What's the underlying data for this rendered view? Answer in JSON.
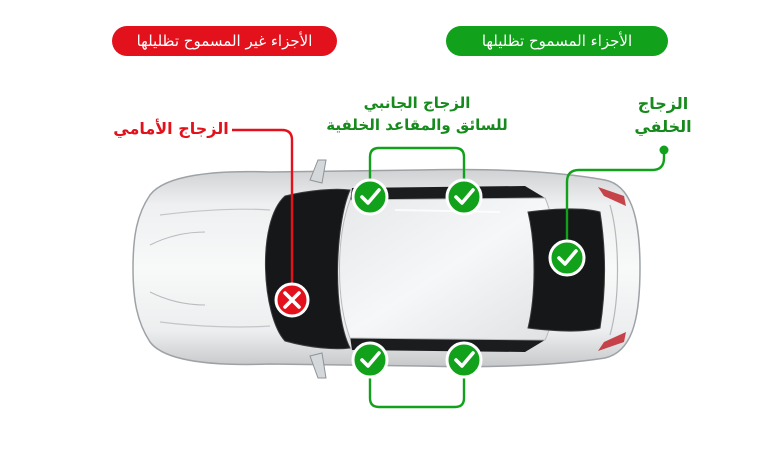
{
  "headers": {
    "not_allowed": "الأجزاء غير المسموح تظليلها",
    "allowed": "الأجزاء المسموح تظليلها"
  },
  "labels": {
    "front_glass": "الزجاج الأمامي",
    "side_glass_line1": "الزجاج الجانبي",
    "side_glass_line2": "للسائق والمقاعد الخلفية",
    "rear_glass_line1": "الزجاج",
    "rear_glass_line2": "الخلفي"
  },
  "colors": {
    "red": "#e3111c",
    "green": "#12a11a",
    "label_green": "#168a1c"
  },
  "icons": {
    "allowed_marker": "check-icon",
    "not_allowed_marker": "x-icon"
  }
}
